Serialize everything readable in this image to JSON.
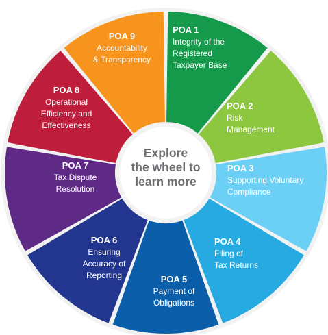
{
  "center": {
    "lines": [
      "Explore",
      "the wheel to",
      "learn more"
    ]
  },
  "segments": [
    {
      "title": "POA 1",
      "lines": [
        "Integrity of the",
        "Registered",
        "Taxpayer Base"
      ],
      "color": "#149a4a",
      "align": "start"
    },
    {
      "title": "POA 2",
      "lines": [
        "Risk",
        "Management"
      ],
      "color": "#8dc63f",
      "align": "start"
    },
    {
      "title": "POA 3",
      "lines": [
        "Supporting Voluntary",
        "Compliance"
      ],
      "color": "#6ccff6",
      "align": "start"
    },
    {
      "title": "POA 4",
      "lines": [
        "Filing of",
        "Tax Returns"
      ],
      "color": "#27aae1",
      "align": "start"
    },
    {
      "title": "POA 5",
      "lines": [
        "Payment of",
        "Obligations"
      ],
      "color": "#0b5faa",
      "align": "middle"
    },
    {
      "title": "POA 6",
      "lines": [
        "Ensuring",
        "Accuracy of",
        "Reporting"
      ],
      "color": "#23368f",
      "align": "middle"
    },
    {
      "title": "POA 7",
      "lines": [
        "Tax Dispute",
        "Resolution"
      ],
      "color": "#5e2a86",
      "align": "middle"
    },
    {
      "title": "POA 8",
      "lines": [
        "Operational",
        "Efficiency and",
        "Effectiveness"
      ],
      "color": "#be1e3c",
      "align": "middle"
    },
    {
      "title": "POA 9",
      "lines": [
        "Accountability",
        "& Transparency"
      ],
      "color": "#f7941d",
      "align": "middle"
    }
  ]
}
